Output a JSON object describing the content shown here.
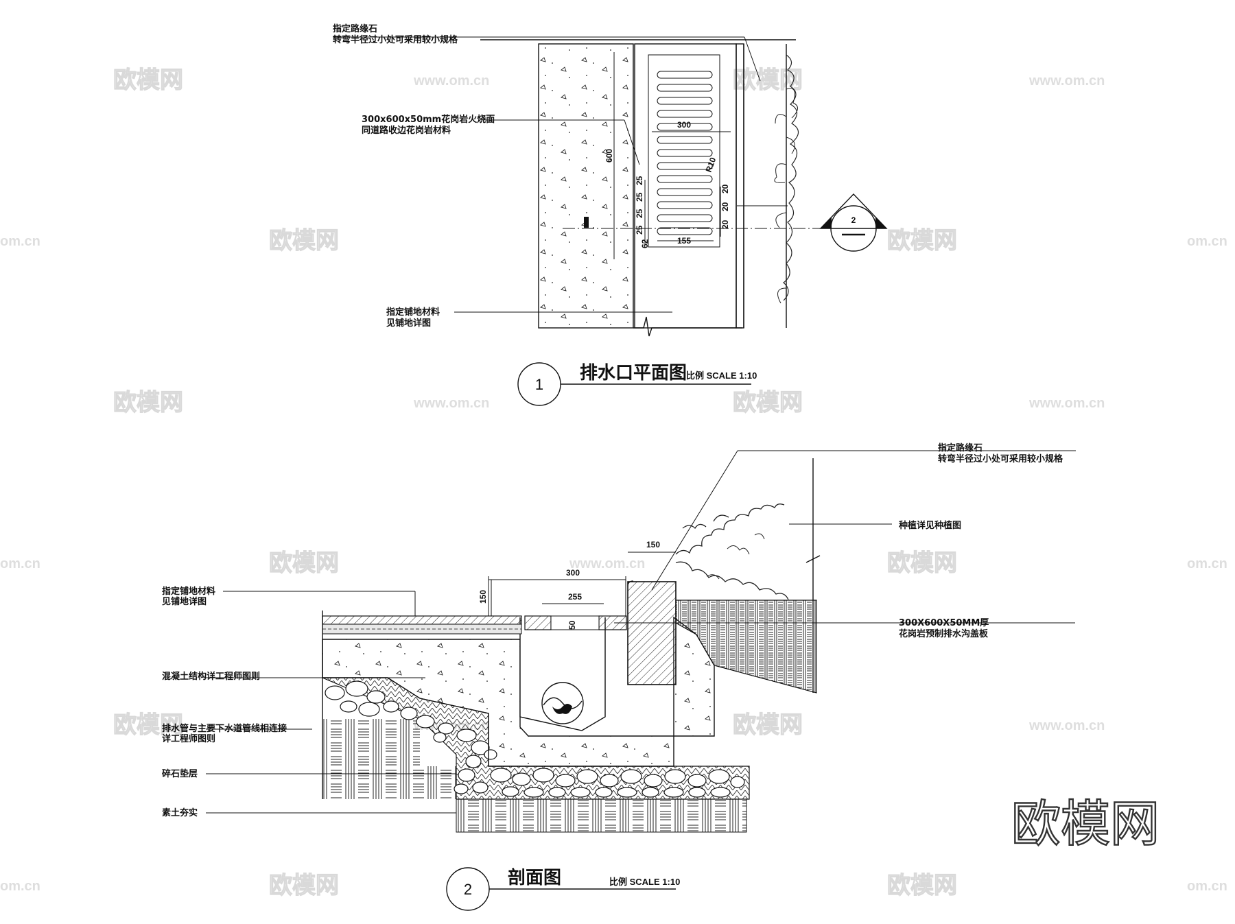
{
  "plan": {
    "label_curb_1": "指定路缘石",
    "label_curb_2": "转弯半径过小处可采用较小规格",
    "label_granite_1": "300x600x50mm花岗岩火烧面",
    "label_granite_2": "同道路收边花岗岩材料",
    "label_paving_1": "指定铺地材料",
    "label_paving_2": "见铺地详图",
    "dim_width": "300",
    "dim_length": "600",
    "dim_radius": "R10",
    "dim_slot_spacing": [
      "25",
      "25",
      "25",
      "25"
    ],
    "dim_rib": [
      "20",
      "20",
      "20"
    ],
    "dim_inner": "155",
    "dim_edge": "62",
    "section_ref": "2",
    "title_number": "1",
    "title": "排水口平面图",
    "scale": "比例 SCALE 1:10"
  },
  "section": {
    "label_curb_1": "指定路缘石",
    "label_curb_2": "转弯半径过小处可采用较小规格",
    "label_planting": "种植详见种植图",
    "label_cover_1": "300X600X50MM厚",
    "label_cover_2": "花岗岩预制排水沟盖板",
    "label_paving_1": "指定铺地材料",
    "label_paving_2": "见铺地详图",
    "label_concrete": "混凝土结构详工程师图则",
    "label_pipe_1": "排水管与主要下水道管线相连接",
    "label_pipe_2": "详工程师图则",
    "label_gravel": "碎石垫层",
    "label_soil": "素土夯实",
    "dim_150_top": "150",
    "dim_300": "300",
    "dim_255": "255",
    "dim_150_side": "150",
    "dim_50": "50",
    "title_number": "2",
    "title": "剖面图",
    "scale": "比例 SCALE 1:10"
  },
  "watermarks": {
    "brand_cn": "欧模网",
    "url": "www.om.cn",
    "url_partial": "om.cn",
    "brand_large": "欧模网"
  }
}
